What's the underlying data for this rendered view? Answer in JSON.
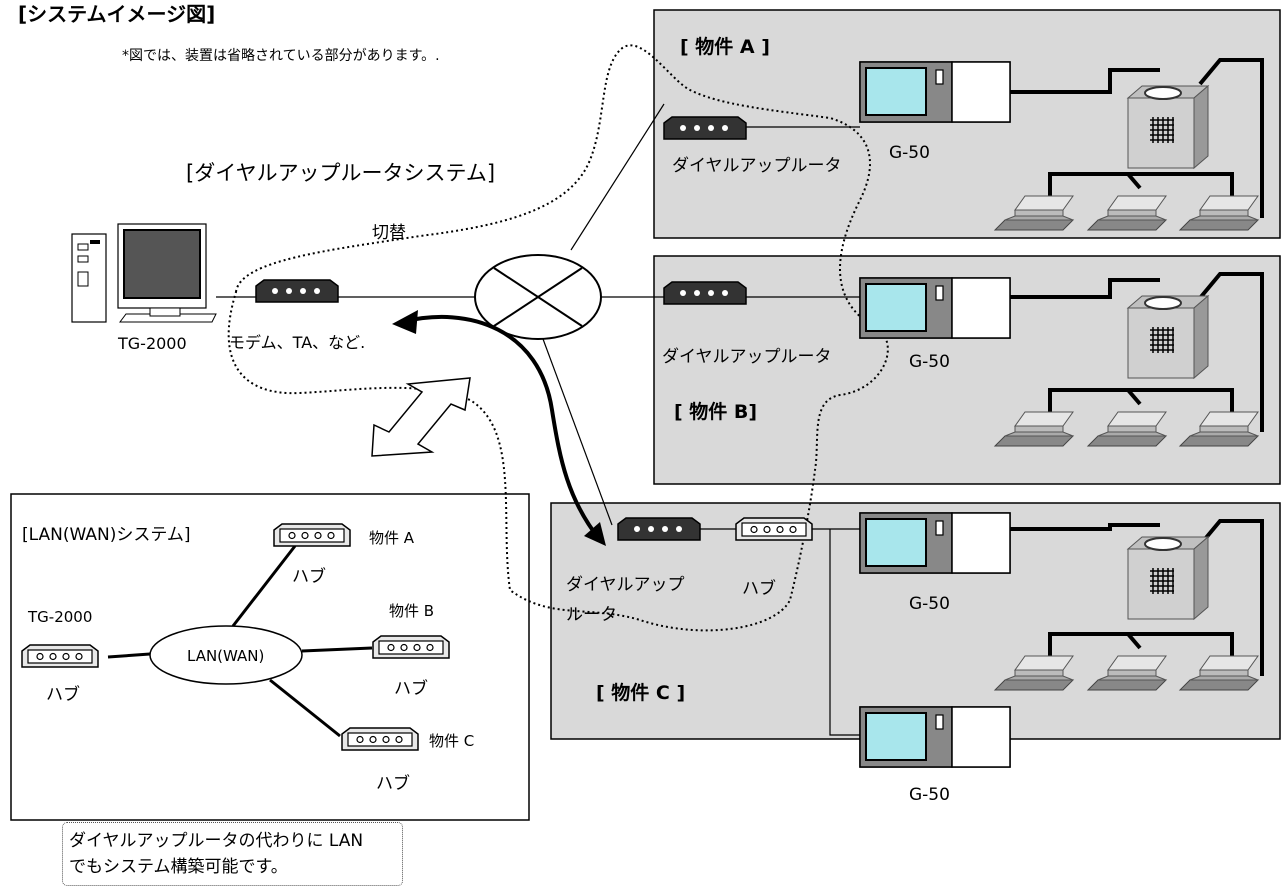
{
  "title": "[システムイメージ図]",
  "note": "*図では、装置は省略されている部分があります。.",
  "dialup_system_label": "[ダイヤルアップルータシステム]",
  "switch_label": "切替",
  "pc_label": "TG-2000",
  "modem_label": "モデム、TA、など.",
  "buildings": {
    "a": {
      "title": "[ 物件 A ]",
      "router_label": "ダイヤルアップルータ",
      "controller_label": "G-50"
    },
    "b": {
      "title": "[ 物件 B]",
      "router_label": "ダイヤルアップルータ",
      "controller_label": "G-50"
    },
    "c": {
      "title": "[ 物件 C ]",
      "router_line1": "ダイヤルアップ",
      "router_line2": "ルータ",
      "hub_label": "ハブ",
      "controller_label": "G-50",
      "controller2_label": "G-50"
    }
  },
  "lan": {
    "title": "[LAN(WAN)システム]",
    "center_label": "LAN(WAN)",
    "tg_label": "TG-2000",
    "hub_label": "ハブ",
    "site_a": "物件 A",
    "site_b": "物件 B",
    "site_c": "物件 C"
  },
  "callout": {
    "line1": "ダイヤルアップルータの代わりに LAN",
    "line2": "でもシステム構築可能です。"
  },
  "colors": {
    "panel": "#d9d9d9",
    "device_dark": "#333333",
    "screen": "#a8e6ec",
    "hub": "#e8e8e8"
  }
}
